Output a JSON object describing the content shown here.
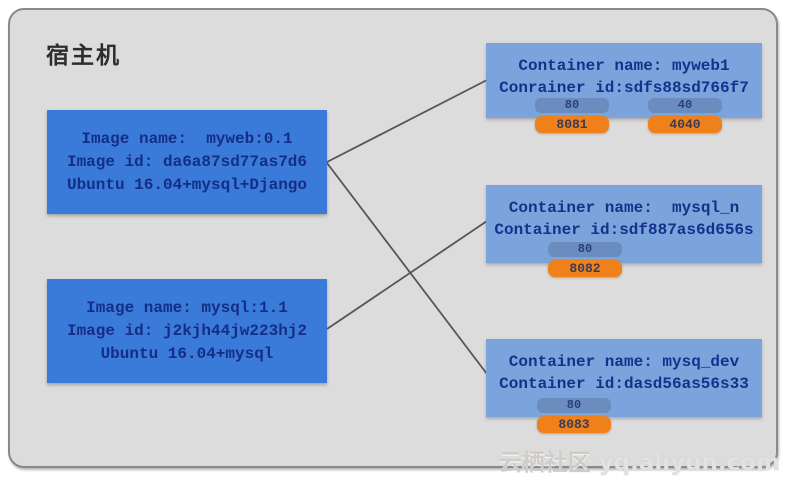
{
  "host": {
    "title": "宿主机"
  },
  "images": [
    {
      "lines": [
        "Image name:  myweb:0.1",
        "Image id: da6a87sd77as7d6",
        "Ubuntu 16.04+mysql+Django"
      ]
    },
    {
      "lines": [
        "Image name: mysql:1.1",
        "Image id: j2kjh44jw223hj2",
        "Ubuntu 16.04+mysql"
      ]
    }
  ],
  "containers": [
    {
      "name_line": "Container name: myweb1",
      "id_line": "Conrainer id:sdfs88sd766f7",
      "ports": [
        {
          "container_port": "80",
          "host_port": "8081"
        },
        {
          "container_port": "40",
          "host_port": "4040"
        }
      ]
    },
    {
      "name_line": "Container name:  mysql_n",
      "id_line": "Container id:sdf887as6d656s",
      "ports": [
        {
          "container_port": "80",
          "host_port": "8082"
        }
      ]
    },
    {
      "name_line": "Container name: mysq_dev",
      "id_line": "Container id:dasd56as56s33",
      "ports": [
        {
          "container_port": "80",
          "host_port": "8083"
        }
      ]
    }
  ],
  "watermark": {
    "community": "云栖社区",
    "site": "yq.aliyun.com"
  },
  "colors": {
    "panel_background": "#dcdcdc",
    "panel_border": "#8a8a8a",
    "image_box": "#3a7ad8",
    "container_box": "#7aa4db",
    "container_port_pill": "#6a8dbe",
    "host_port_pill": "#f0811a",
    "box_text": "#16318c",
    "connector_line": "#565656"
  }
}
